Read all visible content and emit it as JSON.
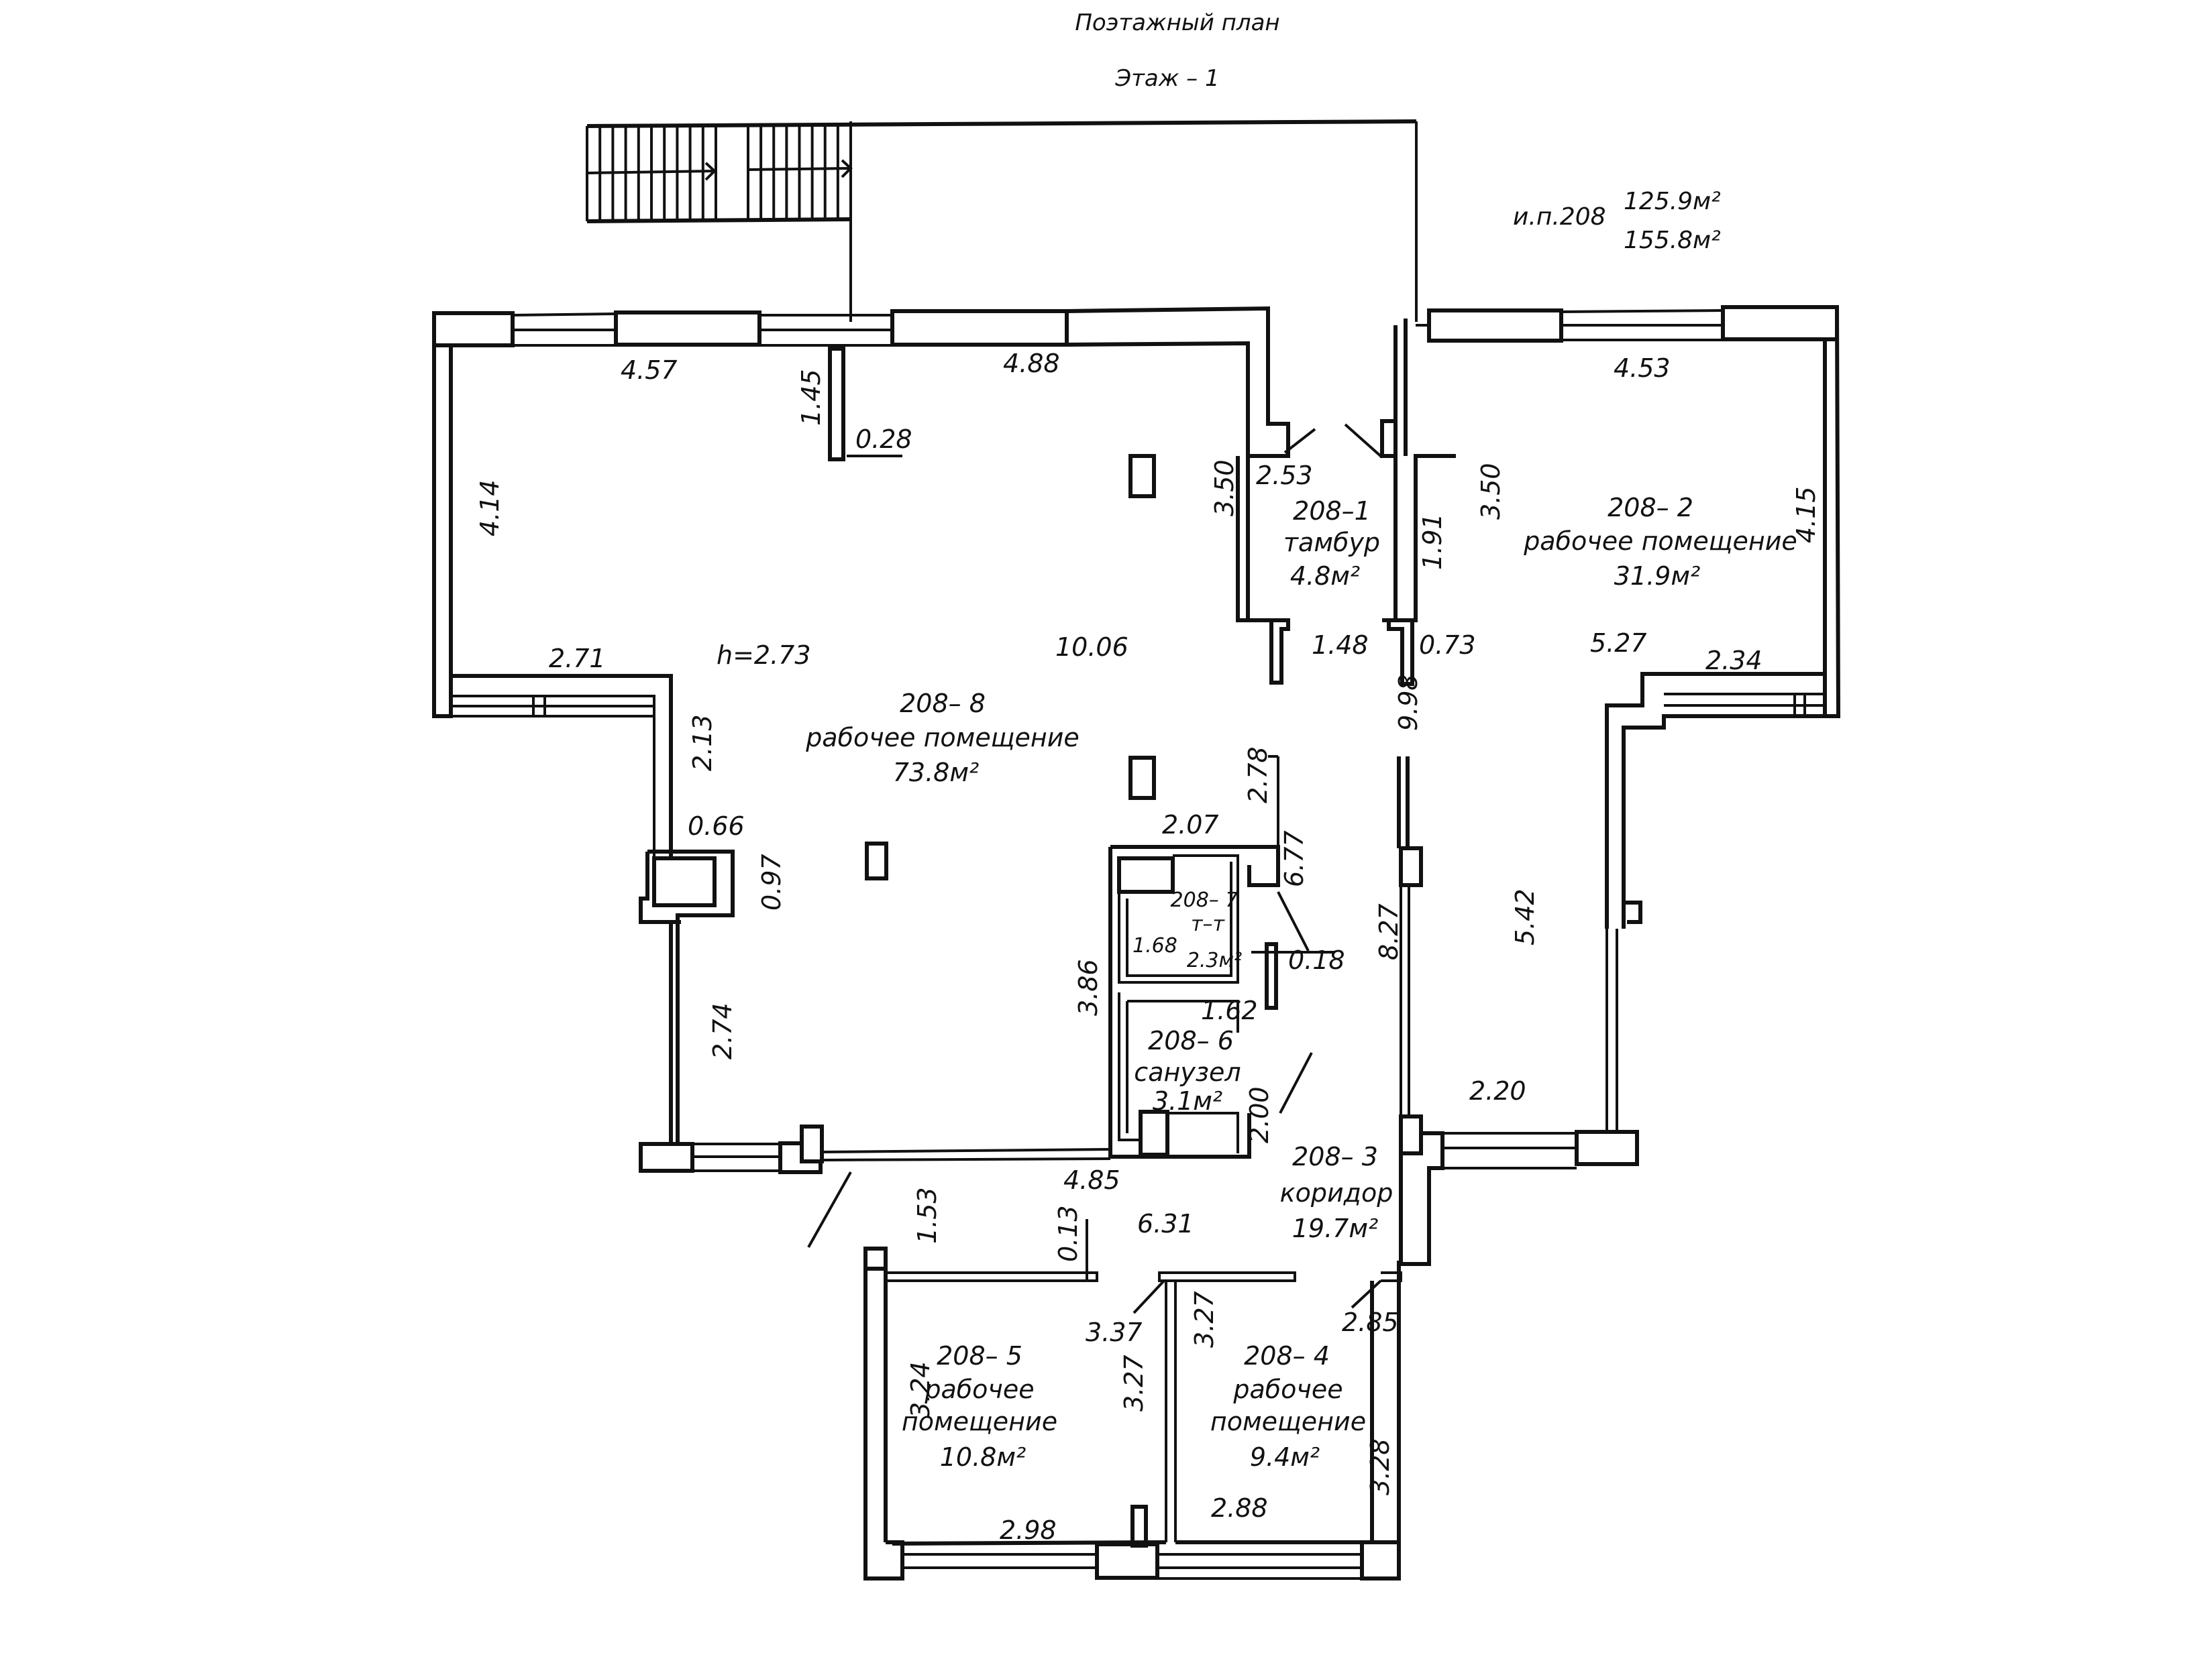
{
  "header": {
    "title": "Поэтажный план",
    "floor": "Этаж – 1"
  },
  "summary": {
    "unit": "и.п.208",
    "area_main": "125.9м²",
    "area_total": "155.8м²"
  },
  "ceiling_height": "h=2.73",
  "rooms": [
    {
      "id": "208–1",
      "name": "тамбур",
      "area": "4.8м²"
    },
    {
      "id": "208– 2",
      "name": "рабочее помещение",
      "area": "31.9м²"
    },
    {
      "id": "208– 3",
      "name": "коридор",
      "area": "19.7м²"
    },
    {
      "id": "208– 4",
      "name": "рабочее",
      "name2": "помещение",
      "area": "9.4м²"
    },
    {
      "id": "208– 5",
      "name": "рабочее",
      "name2": "помещение",
      "area": "10.8м²"
    },
    {
      "id": "208– 6",
      "name": "санузел",
      "area": "3.1м²"
    },
    {
      "id": "208– 7",
      "name": "т–т",
      "area": "2.3м²"
    },
    {
      "id": "208– 8",
      "name": "рабочее помещение",
      "area": "73.8м²"
    }
  ],
  "dimensions": {
    "d_457": "4.57",
    "d_145": "1.45",
    "d_028": "0.28",
    "d_488": "4.88",
    "d_414": "4.14",
    "d_350a": "3.50",
    "d_253": "2.53",
    "d_191": "1.91",
    "d_350b": "3.50",
    "d_453": "4.53",
    "d_415": "4.15",
    "d_271": "2.71",
    "d_1006": "10.06",
    "d_148": "1.48",
    "d_073": "0.73",
    "d_527": "5.27",
    "d_234": "2.34",
    "d_213": "2.13",
    "d_998": "9.98",
    "d_278": "2.78",
    "d_066": "0.66",
    "d_207": "2.07",
    "d_097": "0.97",
    "d_677": "6.77",
    "d_168": "1.68",
    "d_018": "0.18",
    "d_827": "8.27",
    "d_542": "5.42",
    "d_274": "2.74",
    "d_386": "3.86",
    "d_162": "1.62",
    "d_200": "2.00",
    "d_220": "2.20",
    "d_485": "4.85",
    "d_153": "1.53",
    "d_013": "0.13",
    "d_631": "6.31",
    "d_337": "3.37",
    "d_327a": "3.27",
    "d_327b": "3.27",
    "d_285": "2.85",
    "d_324": "3.24",
    "d_328": "3.28",
    "d_298": "2.98",
    "d_288": "2.88"
  }
}
